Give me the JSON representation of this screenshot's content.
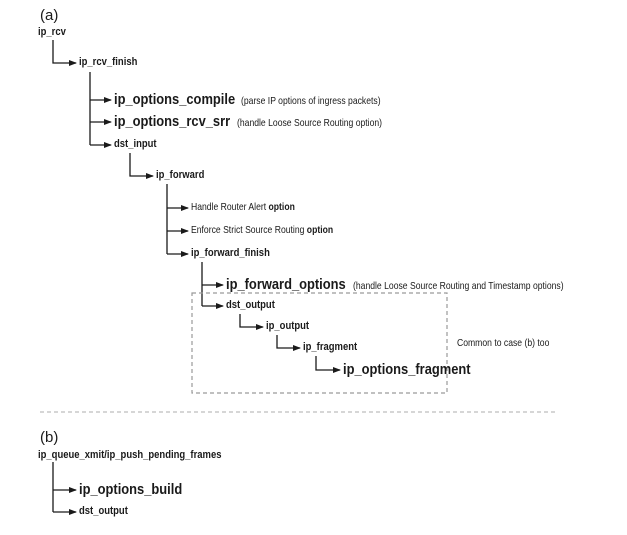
{
  "case_a": {
    "label": "(a)",
    "root": "ip_rcv",
    "ip_rcv_finish": "ip_rcv_finish",
    "ip_options_compile": "ip_options_compile",
    "ip_options_compile_desc": "(parse IP options of ingress packets)",
    "ip_options_rcv_srr": "ip_options_rcv_srr",
    "ip_options_rcv_srr_desc": "(handle Loose Source Routing option)",
    "dst_input": "dst_input",
    "ip_forward": "ip_forward",
    "router_alert_text": "Handle Router Alert ",
    "router_alert_bold": "option",
    "strict_route_text": "Enforce Strict Source Routing ",
    "strict_route_bold": "option",
    "ip_forward_finish": "ip_forward_finish",
    "ip_forward_options": "ip_forward_options",
    "ip_forward_options_desc": "(handle Loose Source Routing and Timestamp options)",
    "dst_output": "dst_output",
    "ip_output": "ip_output",
    "ip_fragment": "ip_fragment",
    "ip_options_fragment": "ip_options_fragment",
    "common_note": "Common to case (b) too"
  },
  "case_b": {
    "label": "(b)",
    "root": "ip_queue_xmit/ip_push_pending_frames",
    "ip_options_build": "ip_options_build",
    "dst_output": "dst_output"
  },
  "colors": {
    "line": "#1a1a1a",
    "dashed": "#9a9a9a"
  }
}
